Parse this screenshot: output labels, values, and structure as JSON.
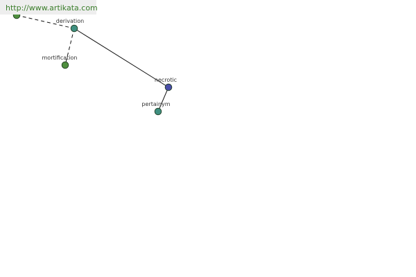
{
  "header": {
    "url_text": "http://www.artikata.com"
  },
  "graph": {
    "nodes": [
      {
        "id": "root",
        "label": "",
        "color": "#4f8f3f"
      },
      {
        "id": "derivation",
        "label": "derivation",
        "color": "#3f8f80"
      },
      {
        "id": "mortification",
        "label": "mortification",
        "color": "#4f8f3f"
      },
      {
        "id": "necrotic",
        "label": "necrotic",
        "color": "#4a4ea8"
      },
      {
        "id": "pertainym",
        "label": "pertainym",
        "color": "#3f8f80"
      }
    ],
    "edges": [
      {
        "from": "root",
        "to": "derivation",
        "style": "dashed"
      },
      {
        "from": "derivation",
        "to": "mortification",
        "style": "dashed"
      },
      {
        "from": "derivation",
        "to": "necrotic",
        "style": "solid"
      },
      {
        "from": "necrotic",
        "to": "pertainym",
        "style": "solid"
      }
    ]
  }
}
